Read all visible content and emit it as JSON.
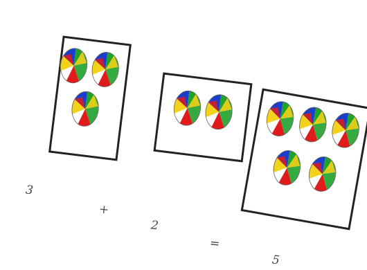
{
  "equation": {
    "left_operand": "3",
    "operator": "+",
    "right_operand": "2",
    "equals": "=",
    "result": "5"
  },
  "groups": [
    {
      "name": "first-addend",
      "ball_count": 3
    },
    {
      "name": "second-addend",
      "ball_count": 2
    },
    {
      "name": "sum",
      "ball_count": 5
    }
  ],
  "ball_colors": [
    "#1a3fcf",
    "#e01b1b",
    "#f2d21a",
    "#1fa22a",
    "#ffffff"
  ],
  "icon": "beach-ball-icon"
}
